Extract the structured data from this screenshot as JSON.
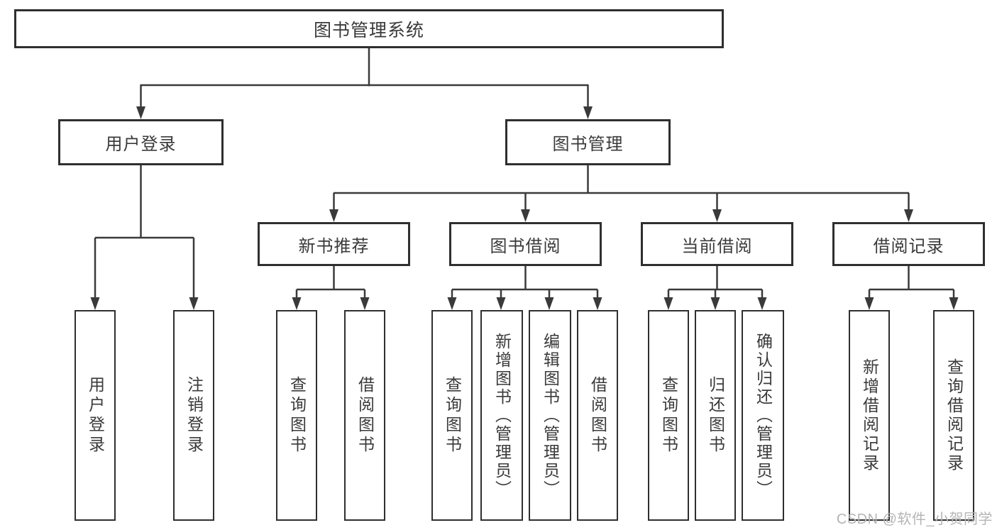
{
  "watermark": "CSDN @软件_小贺同学",
  "colors": {
    "line": "#3a3a3a",
    "box_border": "#2f2f2f",
    "text": "#3a3a3a",
    "watermark_text": "#b5b5b5",
    "background": "#ffffff"
  },
  "tree": {
    "root": {
      "label": "图书管理系统"
    },
    "branches": [
      {
        "label": "用户登录",
        "children": [
          {
            "label": "用户登录"
          },
          {
            "label": "注销登录"
          }
        ]
      },
      {
        "label": "图书管理",
        "children": [
          {
            "label": "新书推荐",
            "children": [
              {
                "label": "查询图书"
              },
              {
                "label": "借阅图书"
              }
            ]
          },
          {
            "label": "图书借阅",
            "children": [
              {
                "label": "查询图书"
              },
              {
                "label": "新增图书（管理员）"
              },
              {
                "label": "编辑图书（管理员）"
              },
              {
                "label": "借阅图书"
              }
            ]
          },
          {
            "label": "当前借阅",
            "children": [
              {
                "label": "查询图书"
              },
              {
                "label": "归还图书"
              },
              {
                "label": "确认归还（管理员）"
              }
            ]
          },
          {
            "label": "借阅记录",
            "children": [
              {
                "label": "新增借阅记录"
              },
              {
                "label": "查询借阅记录"
              }
            ]
          }
        ]
      }
    ]
  }
}
